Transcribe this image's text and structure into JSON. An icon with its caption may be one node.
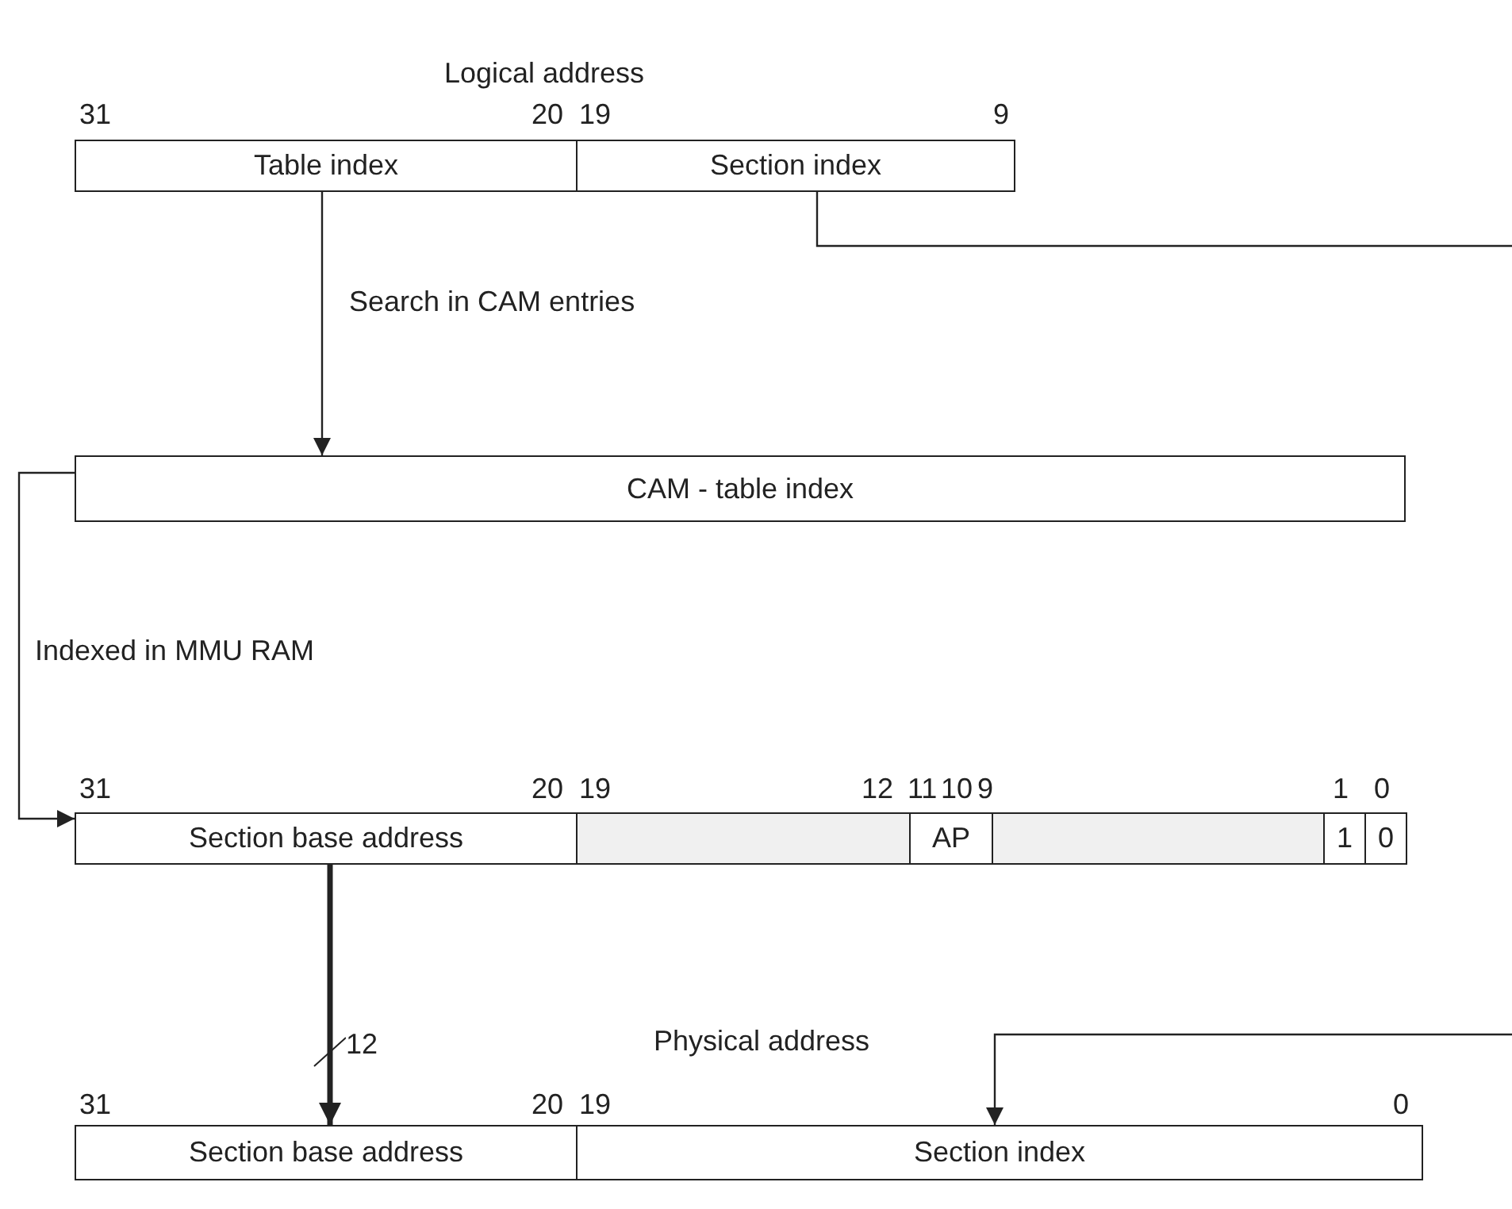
{
  "diagram": {
    "nodes": [
      {
        "text": [
          "Table index"
        ]
      },
      {
        "text": [
          "Section index"
        ]
      },
      {
        "text": [
          "CAM - table index"
        ]
      },
      {
        "text": [
          "Section base address"
        ]
      },
      {
        "text": [],
        "shape": "box"
      },
      {
        "text": [
          "AP"
        ]
      },
      {
        "text": [],
        "shape": "box"
      },
      {
        "text": [
          "1"
        ]
      },
      {
        "text": [
          "0"
        ]
      },
      {
        "text": [
          "Section base address"
        ]
      },
      {
        "text": [
          "Section index"
        ]
      }
    ],
    "edges": [
      {
        "from": 0,
        "to": 2,
        "arrow": "to",
        "label": "Search in CAM entries"
      },
      {
        "from": 2,
        "to": 3,
        "arrow": "to",
        "label": "Indexed in MMU RAM"
      },
      {
        "from": 3,
        "to": 9,
        "arrow": "to",
        "label": "12",
        "style": "thick"
      },
      {
        "from": 1,
        "to": null,
        "arrow": "none"
      },
      {
        "from": null,
        "to": 10,
        "arrow": "to"
      }
    ],
    "labels": [
      "Logical address",
      "31",
      "20",
      "19",
      "9",
      "31",
      "20",
      "19",
      "12",
      "11",
      "10",
      "9",
      "1",
      "0",
      "Physical address",
      "31",
      "20",
      "19",
      "0"
    ]
  }
}
